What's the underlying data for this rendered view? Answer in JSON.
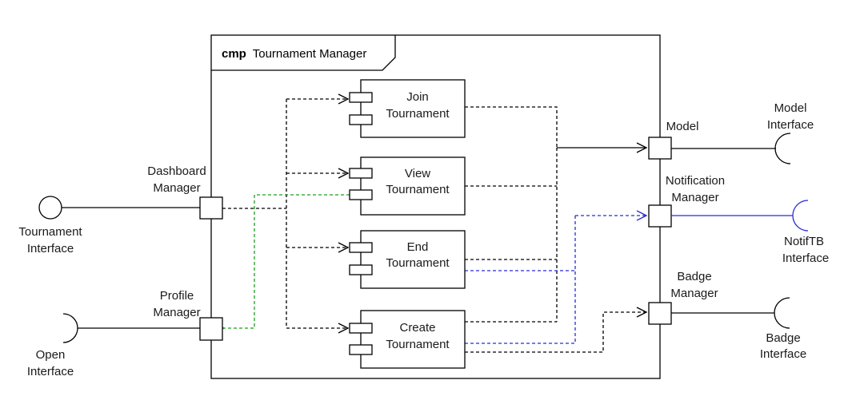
{
  "frame": {
    "keyword": "cmp",
    "name": "Tournament Manager"
  },
  "components": {
    "join": [
      "Join",
      "Tournament"
    ],
    "view": [
      "View",
      "Tournament"
    ],
    "end": [
      "End",
      "Tournament"
    ],
    "create": [
      "Create",
      "Tournament"
    ]
  },
  "ports": {
    "dashboard": [
      "Dashboard",
      "Manager"
    ],
    "profile": [
      "Profile",
      "Manager"
    ],
    "model": [
      "Model"
    ],
    "notification": [
      "Notification",
      "Manager"
    ],
    "badge": [
      "Badge",
      "Manager"
    ]
  },
  "interfaces": {
    "tournament": [
      "Tournament",
      "Interface"
    ],
    "open": [
      "Open",
      "Interface"
    ],
    "model": [
      "Model",
      "Interface"
    ],
    "notiftb": [
      "NotifTB",
      "Interface"
    ],
    "badge": [
      "Badge",
      "Interface"
    ]
  },
  "colors": {
    "line": "#000000",
    "green": "#1f9c1f",
    "blue": "#2b2bd6"
  }
}
